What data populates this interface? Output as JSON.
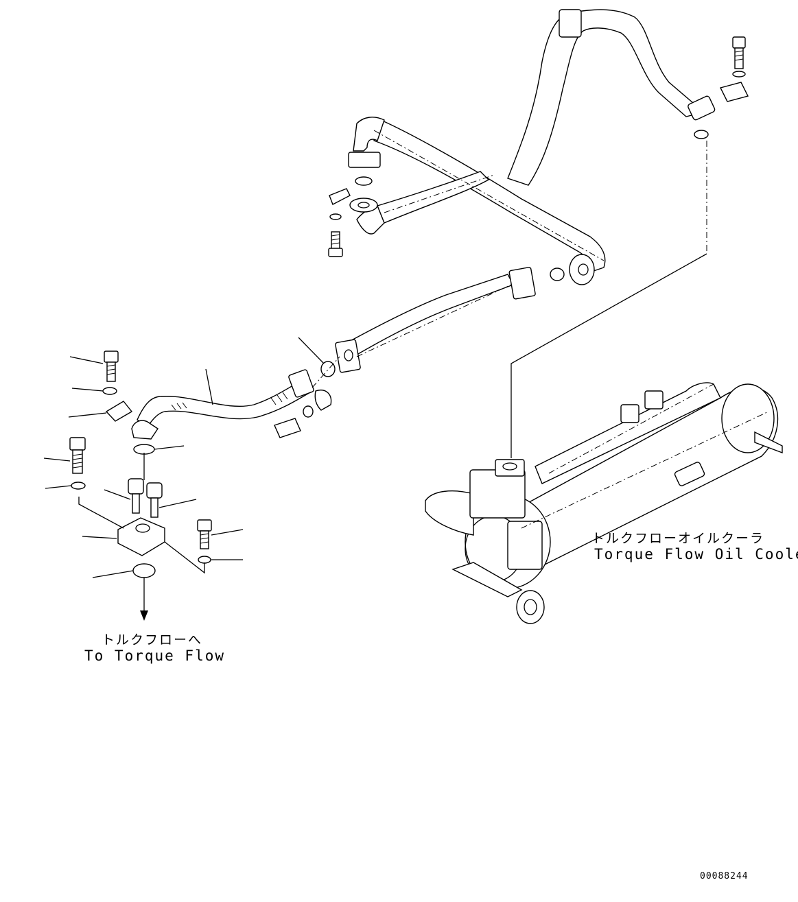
{
  "labels": {
    "cooler_jp": "トルクフローオイルクーラ",
    "cooler_en": "Torque Flow Oil Cooler",
    "to_torque_flow_jp": "トルクフローへ",
    "to_torque_flow_en": "To Torque Flow",
    "drawing_number": "00088244"
  },
  "colors": {
    "line": "#000000",
    "background": "#ffffff"
  }
}
